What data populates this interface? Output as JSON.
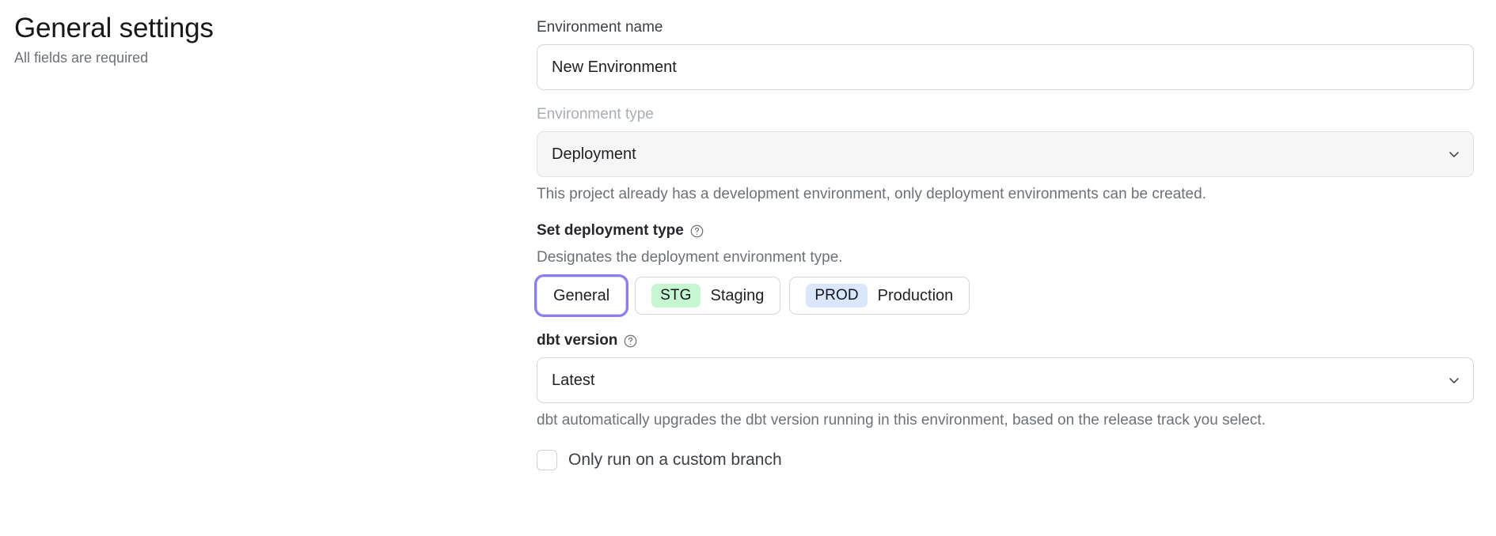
{
  "header": {
    "title": "General settings",
    "subtitle": "All fields are required"
  },
  "form": {
    "environment_name": {
      "label": "Environment name",
      "value": "New Environment",
      "placeholder": "Environment name"
    },
    "environment_type": {
      "label": "Environment type",
      "value": "Deployment",
      "disabled": true,
      "helper": "This project already has a development environment, only deployment environments can be created.",
      "chevron_icon": "chevron-down-icon"
    },
    "deployment_type": {
      "label": "Set deployment type",
      "help_icon": "question-circle-icon",
      "description": "Designates the deployment environment type.",
      "options": [
        {
          "label": "General",
          "tag": "",
          "tag_color": "",
          "selected": true
        },
        {
          "label": "Staging",
          "tag": "STG",
          "tag_color": "#c6f6d2",
          "selected": false
        },
        {
          "label": "Production",
          "tag": "PROD",
          "tag_color": "#d9e6fb",
          "selected": false
        }
      ]
    },
    "dbt_version": {
      "label": "dbt version",
      "help_icon": "question-circle-icon",
      "value": "Latest",
      "helper": "dbt automatically upgrades the dbt version running in this environment, based on the release track you select.",
      "chevron_icon": "chevron-down-icon"
    },
    "custom_branch": {
      "label": "Only run on a custom branch",
      "checked": false
    }
  },
  "colors": {
    "focus_ring": "#8b7df0",
    "stg_badge": "#c6f6d2",
    "prod_badge": "#d9e6fb",
    "border": "#d4d6da",
    "muted_text": "#6d7177"
  }
}
